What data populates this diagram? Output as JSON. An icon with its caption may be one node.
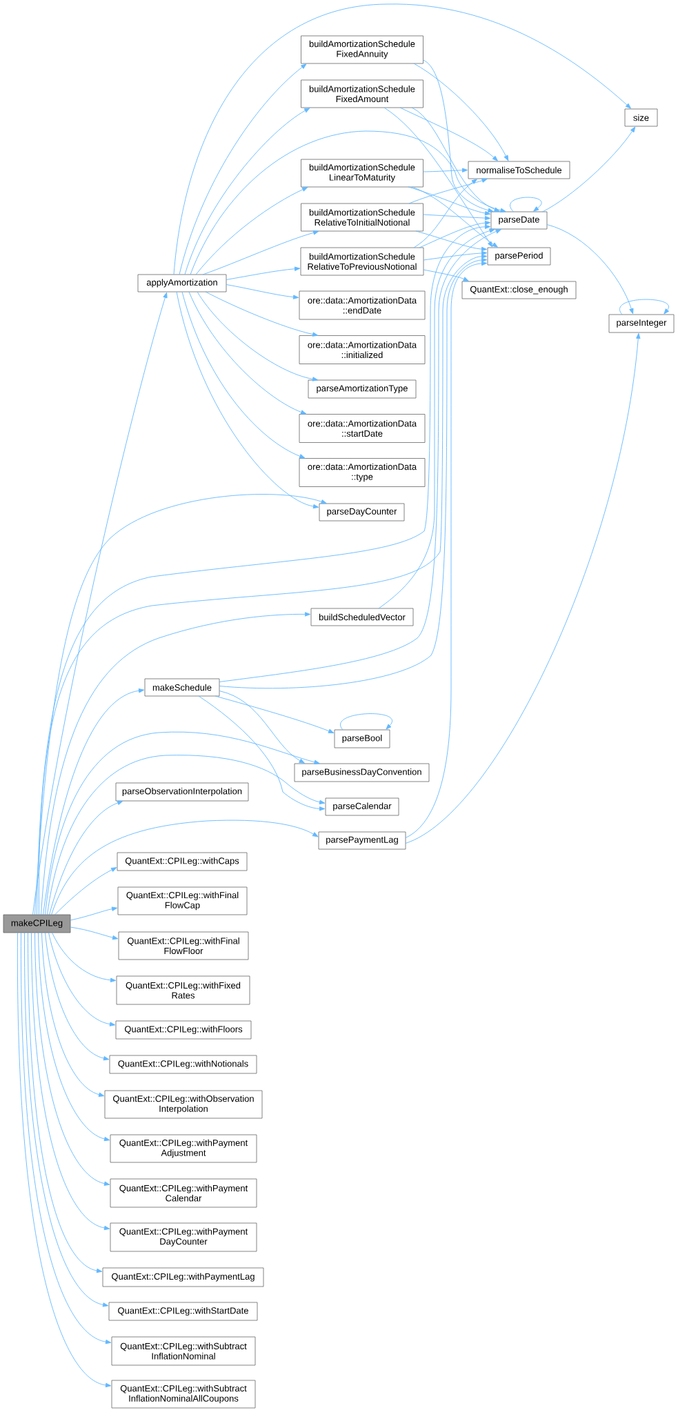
{
  "diagram": {
    "nodes": [
      {
        "text": [
          "makeCPILeg"
        ]
      },
      {
        "text": [
          "applyAmortization"
        ]
      },
      {
        "text": [
          "buildAmortizationSchedule FixedAnnuity"
        ]
      },
      {
        "text": [
          "buildAmortizationSchedule FixedAmount"
        ]
      },
      {
        "text": [
          "buildAmortizationSchedule LinearToMaturity"
        ]
      },
      {
        "text": [
          "buildAmortizationSchedule RelativeToInitialNotional"
        ]
      },
      {
        "text": [
          "buildAmortizationSchedule RelativeToPreviousNotional"
        ]
      },
      {
        "text": [
          "ore::data::AmortizationData ::endDate"
        ]
      },
      {
        "text": [
          "ore::data::AmortizationData ::initialized"
        ]
      },
      {
        "text": [
          "parseAmortizationType"
        ]
      },
      {
        "text": [
          "ore::data::AmortizationData ::startDate"
        ]
      },
      {
        "text": [
          "ore::data::AmortizationData ::type"
        ]
      },
      {
        "text": [
          "size"
        ]
      },
      {
        "text": [
          "normaliseToSchedule"
        ]
      },
      {
        "text": [
          "parseDate"
        ]
      },
      {
        "text": [
          "parsePeriod"
        ]
      },
      {
        "text": [
          "QuantExt::close_enough"
        ]
      },
      {
        "text": [
          "parseInteger"
        ]
      },
      {
        "text": [
          "parseDayCounter"
        ]
      },
      {
        "text": [
          "buildScheduledVector"
        ]
      },
      {
        "text": [
          "makeSchedule"
        ]
      },
      {
        "text": [
          "parseBool"
        ]
      },
      {
        "text": [
          "parseBusinessDayConvention"
        ]
      },
      {
        "text": [
          "parseObservationInterpolation"
        ]
      },
      {
        "text": [
          "parseCalendar"
        ]
      },
      {
        "text": [
          "parsePaymentLag"
        ]
      },
      {
        "text": [
          "QuantExt::CPILeg::withCaps"
        ]
      },
      {
        "text": [
          "QuantExt::CPILeg::withFinal FlowCap"
        ]
      },
      {
        "text": [
          "QuantExt::CPILeg::withFinal FlowFloor"
        ]
      },
      {
        "text": [
          "QuantExt::CPILeg::withFixed Rates"
        ]
      },
      {
        "text": [
          "QuantExt::CPILeg::withFloors"
        ]
      },
      {
        "text": [
          "QuantExt::CPILeg::withNotionals"
        ]
      },
      {
        "text": [
          "QuantExt::CPILeg::withObservation Interpolation"
        ]
      },
      {
        "text": [
          "QuantExt::CPILeg::withPayment Adjustment"
        ]
      },
      {
        "text": [
          "QuantExt::CPILeg::withPayment Calendar"
        ]
      },
      {
        "text": [
          "QuantExt::CPILeg::withPayment DayCounter"
        ]
      },
      {
        "text": [
          "QuantExt::CPILeg::withPaymentLag"
        ]
      },
      {
        "text": [
          "QuantExt::CPILeg::withStartDate"
        ]
      },
      {
        "text": [
          "QuantExt::CPILeg::withSubtract InflationNominal"
        ]
      },
      {
        "text": [
          "QuantExt::CPILeg::withSubtract InflationNominalAllCoupons"
        ]
      }
    ],
    "edges": [
      {
        "from": 0,
        "to": 1,
        "arrow": "to"
      },
      {
        "from": 0,
        "to": 18,
        "arrow": "to"
      },
      {
        "from": 0,
        "to": 14,
        "arrow": "to"
      },
      {
        "from": 0,
        "to": 15,
        "arrow": "to"
      },
      {
        "from": 0,
        "to": 19,
        "arrow": "to"
      },
      {
        "from": 0,
        "to": 20,
        "arrow": "to"
      },
      {
        "from": 0,
        "to": 22,
        "arrow": "to"
      },
      {
        "from": 0,
        "to": 24,
        "arrow": "to"
      },
      {
        "from": 0,
        "to": 23,
        "arrow": "to"
      },
      {
        "from": 0,
        "to": 25,
        "arrow": "to"
      },
      {
        "from": 0,
        "to": 26,
        "arrow": "to"
      },
      {
        "from": 0,
        "to": 27,
        "arrow": "to"
      },
      {
        "from": 0,
        "to": 28,
        "arrow": "to"
      },
      {
        "from": 0,
        "to": 29,
        "arrow": "to"
      },
      {
        "from": 0,
        "to": 30,
        "arrow": "to"
      },
      {
        "from": 0,
        "to": 31,
        "arrow": "to"
      },
      {
        "from": 0,
        "to": 32,
        "arrow": "to"
      },
      {
        "from": 0,
        "to": 33,
        "arrow": "to"
      },
      {
        "from": 0,
        "to": 34,
        "arrow": "to"
      },
      {
        "from": 0,
        "to": 35,
        "arrow": "to"
      },
      {
        "from": 0,
        "to": 36,
        "arrow": "to"
      },
      {
        "from": 0,
        "to": 37,
        "arrow": "to"
      },
      {
        "from": 0,
        "to": 38,
        "arrow": "to"
      },
      {
        "from": 0,
        "to": 39,
        "arrow": "to"
      },
      {
        "from": 1,
        "to": 12,
        "arrow": "to"
      },
      {
        "from": 1,
        "to": 2,
        "arrow": "to"
      },
      {
        "from": 1,
        "to": 3,
        "arrow": "to"
      },
      {
        "from": 1,
        "to": 14,
        "arrow": "to"
      },
      {
        "from": 1,
        "to": 4,
        "arrow": "to"
      },
      {
        "from": 1,
        "to": 5,
        "arrow": "to"
      },
      {
        "from": 1,
        "to": 6,
        "arrow": "to"
      },
      {
        "from": 1,
        "to": 7,
        "arrow": "to"
      },
      {
        "from": 1,
        "to": 8,
        "arrow": "to"
      },
      {
        "from": 1,
        "to": 9,
        "arrow": "to"
      },
      {
        "from": 1,
        "to": 10,
        "arrow": "to"
      },
      {
        "from": 1,
        "to": 11,
        "arrow": "to"
      },
      {
        "from": 1,
        "to": 18,
        "arrow": "to"
      },
      {
        "from": 2,
        "to": 13,
        "arrow": "to"
      },
      {
        "from": 2,
        "to": 14,
        "arrow": "to"
      },
      {
        "from": 3,
        "to": 13,
        "arrow": "to"
      },
      {
        "from": 3,
        "to": 14,
        "arrow": "to"
      },
      {
        "from": 3,
        "to": 15,
        "arrow": "to"
      },
      {
        "from": 4,
        "to": 13,
        "arrow": "to"
      },
      {
        "from": 4,
        "to": 14,
        "arrow": "to"
      },
      {
        "from": 4,
        "to": 15,
        "arrow": "to"
      },
      {
        "from": 5,
        "to": 13,
        "arrow": "to"
      },
      {
        "from": 5,
        "to": 14,
        "arrow": "to"
      },
      {
        "from": 5,
        "to": 15,
        "arrow": "to"
      },
      {
        "from": 6,
        "to": 13,
        "arrow": "to"
      },
      {
        "from": 6,
        "to": 14,
        "arrow": "to"
      },
      {
        "from": 6,
        "to": 15,
        "arrow": "to"
      },
      {
        "from": 6,
        "to": 16,
        "arrow": "to"
      },
      {
        "from": 14,
        "to": 14,
        "arrow": "to"
      },
      {
        "from": 14,
        "to": 12,
        "arrow": "to"
      },
      {
        "from": 14,
        "to": 17,
        "arrow": "to"
      },
      {
        "from": 17,
        "to": 17,
        "arrow": "to"
      },
      {
        "from": 19,
        "to": 14,
        "arrow": "to"
      },
      {
        "from": 20,
        "to": 14,
        "arrow": "to"
      },
      {
        "from": 20,
        "to": 15,
        "arrow": "to"
      },
      {
        "from": 20,
        "to": 21,
        "arrow": "to"
      },
      {
        "from": 20,
        "to": 22,
        "arrow": "to"
      },
      {
        "from": 20,
        "to": 24,
        "arrow": "to"
      },
      {
        "from": 21,
        "to": 21,
        "arrow": "to"
      },
      {
        "from": 25,
        "to": 15,
        "arrow": "to"
      },
      {
        "from": 25,
        "to": 17,
        "arrow": "to"
      }
    ]
  }
}
